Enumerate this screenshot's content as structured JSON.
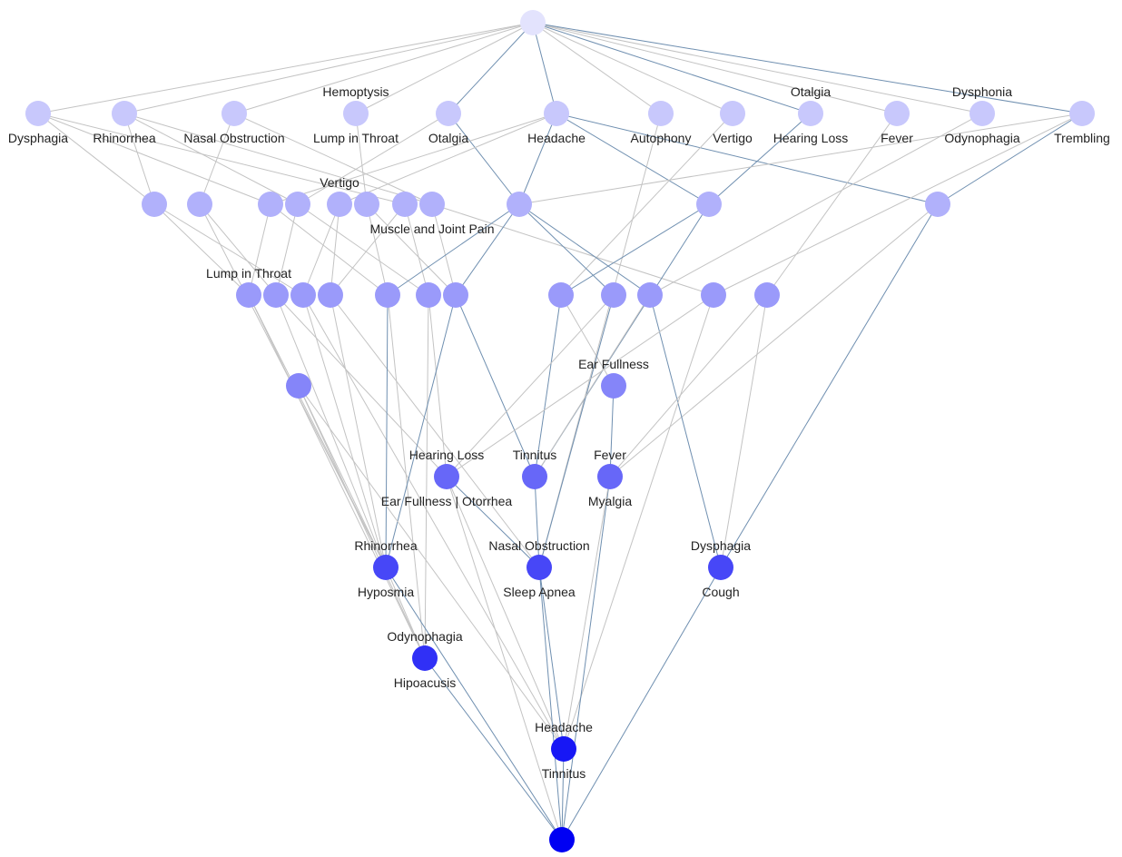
{
  "diagram": {
    "type": "concept-lattice",
    "level_colors": [
      "#e3e3fd",
      "#c8c8fc",
      "#b1b1fb",
      "#9a9afa",
      "#8585f9",
      "#6767f8",
      "#4747f7",
      "#3030f6",
      "#1717f5",
      "#0000f3"
    ]
  },
  "labels": {
    "top": {
      "dysphagia": "Dysphagia",
      "rhinorrhea": "Rhinorrhea",
      "nasal_obstruction": "Nasal Obstruction",
      "hemoptysis": "Hemoptysis",
      "lump_in_throat": "Lump in Throat",
      "otalgia": "Otalgia",
      "headache": "Headache",
      "autophony": "Autophony",
      "vertigo": "Vertigo",
      "otalgia_above": "Otalgia",
      "hearing_loss": "Hearing Loss",
      "fever": "Fever",
      "dysphonia": "Dysphonia",
      "odynophagia": "Odynophagia",
      "trembling": "Trembling"
    },
    "vertigo_mid": "Vertigo",
    "muscle_joint_pain": "Muscle and Joint Pain",
    "lump_in_throat_mid": "Lump in Throat",
    "ear_fullness": "Ear Fullness",
    "hearing_loss_mid": "Hearing Loss",
    "tinnitus_mid": "Tinnitus",
    "fever_mid": "Fever",
    "ear_fullness_otorrhea": "Ear Fullness | Otorrhea",
    "myalgia": "Myalgia",
    "rhinorrhea_low": "Rhinorrhea",
    "hyposmia": "Hyposmia",
    "nasal_obstruction_low": "Nasal Obstruction",
    "sleep_apnea": "Sleep Apnea",
    "dysphagia_low": "Dysphagia",
    "cough": "Cough",
    "odynophagia_low": "Odynophagia",
    "hipoacusis": "Hipoacusis",
    "headache_low": "Headache",
    "tinnitus_low": "Tinnitus"
  }
}
